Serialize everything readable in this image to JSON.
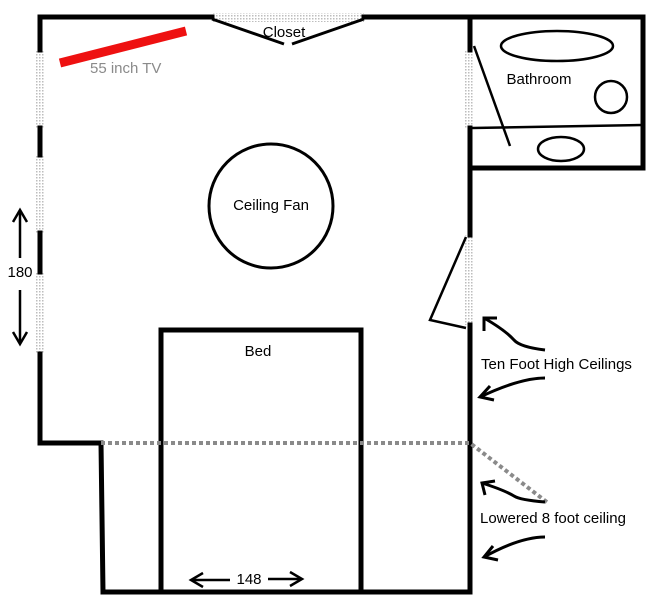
{
  "labels": {
    "closet": "Closet",
    "tv": "55 inch TV",
    "bathroom": "Bathroom",
    "ceiling_fan": "Ceiling Fan",
    "bed": "Bed",
    "ten_foot": "Ten Foot High Ceilings",
    "lowered": "Lowered 8 foot ceiling",
    "dim_height": "180",
    "dim_width": "148"
  },
  "colors": {
    "wall": "#000000",
    "tv": "#ee1111",
    "tv_label": "#8a8a8a",
    "opening": "#bdbdbd",
    "ceiling_line": "#8a8a8a"
  }
}
